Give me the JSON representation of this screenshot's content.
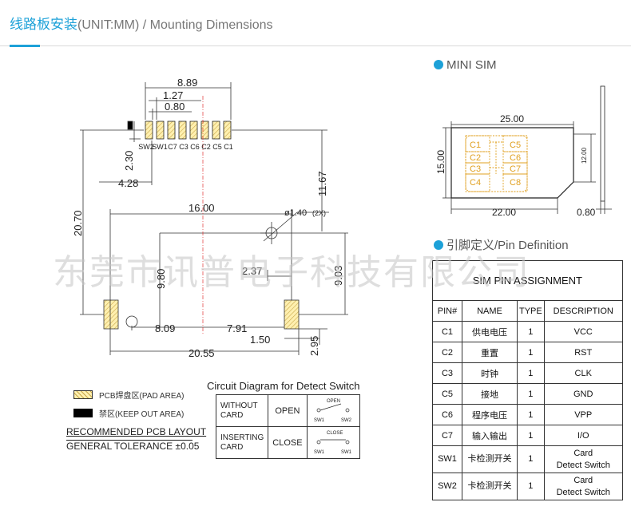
{
  "header": {
    "title_cn": "线路板安装",
    "title_en": "(UNIT:MM) / Mounting Dimensions"
  },
  "colors": {
    "accent": "#1da1d8",
    "pad_fill": "#fff0b0",
    "pad_hatch": "#c8a84a",
    "centerline": "#e03030"
  },
  "layout_drawing": {
    "pin_labels": [
      "SW2",
      "SW1",
      "C7",
      "C3",
      "C6",
      "C2",
      "C5",
      "C1"
    ],
    "dims": {
      "d_8_89": "8.89",
      "d_1_27": "1.27",
      "d_0_80": "0.80",
      "d_2_30": "2.30",
      "d_4_28": "4.28",
      "d_11_67": "11.67",
      "d_16_00": "16.00",
      "d_hole": "ø1.40",
      "d_hole_qty": "(2X)",
      "d_20_70": "20.70",
      "d_9_80": "9.80",
      "d_2_37": "2.37",
      "d_9_03": "9.03",
      "d_8_09": "8.09",
      "d_7_91": "7.91",
      "d_1_50": "1.50",
      "d_2_95": "2.95",
      "d_20_55": "20.55"
    }
  },
  "mini_sim": {
    "title": "MINI SIM",
    "width": "25.00",
    "height": "15.00",
    "inner_height": "12.00",
    "bottom_width": "22.00",
    "thickness": "0.80",
    "contacts_left": [
      "C1",
      "C2",
      "C3",
      "C4"
    ],
    "contacts_right": [
      "C5",
      "C6",
      "C7",
      "C8"
    ]
  },
  "legend": {
    "pad_area": "PCB焊盘区(PAD AREA)",
    "keep_out": "禁区(KEEP OUT AREA)"
  },
  "notes": {
    "recommended": "RECOMMENDED PCB LAYOUT",
    "tolerance": "GENERAL TOLERANCE ±0.05"
  },
  "circuit": {
    "title": "Circuit Diagram for Detect Switch",
    "rows": [
      {
        "case": "WITHOUT CARD",
        "state": "OPEN",
        "label": "OPEN",
        "sw1": "SW1",
        "sw2": "SW2"
      },
      {
        "case": "INSERTING CARD",
        "state": "CLOSE",
        "label": "CLOSE",
        "sw1": "SW1",
        "sw2": "SW1"
      }
    ]
  },
  "watermark": "东莞市讯普电子科技有限公司",
  "pin_def": {
    "title": "引脚定义/Pin Definition",
    "table_title": "SIM PIN ASSIGNMENT",
    "headers": [
      "PIN#",
      "NAME",
      "TYPE",
      "DESCRIPTION"
    ],
    "rows": [
      {
        "pin": "C1",
        "name": "供电电压",
        "type": "1",
        "desc": "VCC"
      },
      {
        "pin": "C2",
        "name": "重置",
        "type": "1",
        "desc": "RST"
      },
      {
        "pin": "C3",
        "name": "时钟",
        "type": "1",
        "desc": "CLK"
      },
      {
        "pin": "C5",
        "name": "接地",
        "type": "1",
        "desc": "GND"
      },
      {
        "pin": "C6",
        "name": "程序电压",
        "type": "1",
        "desc": "VPP"
      },
      {
        "pin": "C7",
        "name": "输入输出",
        "type": "1",
        "desc": "I/O"
      },
      {
        "pin": "SW1",
        "name": "卡检测开关",
        "type": "1",
        "desc1": "Card",
        "desc2": "Detect Switch"
      },
      {
        "pin": "SW2",
        "name": "卡检测开关",
        "type": "1",
        "desc1": "Card",
        "desc2": "Detect Switch"
      }
    ]
  }
}
